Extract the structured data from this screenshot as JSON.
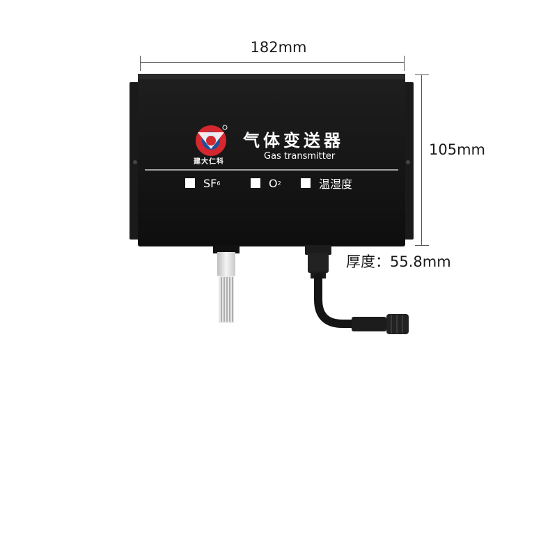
{
  "dimensions": {
    "width": "182mm",
    "height": "105mm",
    "thickness": "厚度：55.8mm"
  },
  "product": {
    "title_cn": "气体变送器",
    "title_en": "Gas transmitter",
    "brand": "建大仁科"
  },
  "options": [
    {
      "main": "SF",
      "sub": "6"
    },
    {
      "main": "O",
      "sub": "2"
    },
    {
      "main": "温湿度",
      "sub": ""
    }
  ],
  "colors": {
    "body": "#141414",
    "logo_red": "#d4282e",
    "logo_blue": "#1d4f9c"
  },
  "icons": [
    "logo-icon",
    "checkbox-icon"
  ]
}
